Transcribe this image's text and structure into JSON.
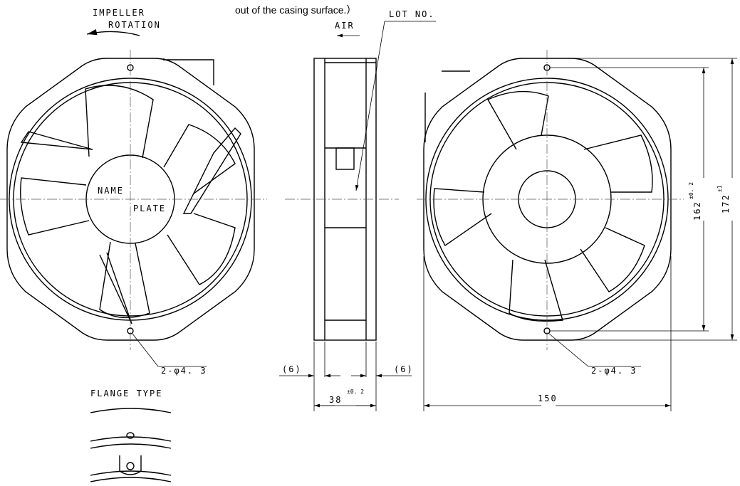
{
  "note": "out of the casing surface.）",
  "labels": {
    "impeller": "IMPELLER",
    "rotation": "ROTATION",
    "air": "AIR",
    "lot_no": "LOT NO.",
    "name": "NAME",
    "plate": "PLATE",
    "flange_type": "FLANGE TYPE"
  },
  "dimensions": {
    "hole_left": "2-φ4. 3",
    "hole_right": "2-φ4. 3",
    "flange_left": "(6)",
    "flange_right": "(6)",
    "depth": "38",
    "depth_tol": "±0. 2",
    "width": "150",
    "hole_pitch": "162",
    "hole_pitch_tol": "±0. 2",
    "height": "172",
    "height_tol": "±1"
  }
}
